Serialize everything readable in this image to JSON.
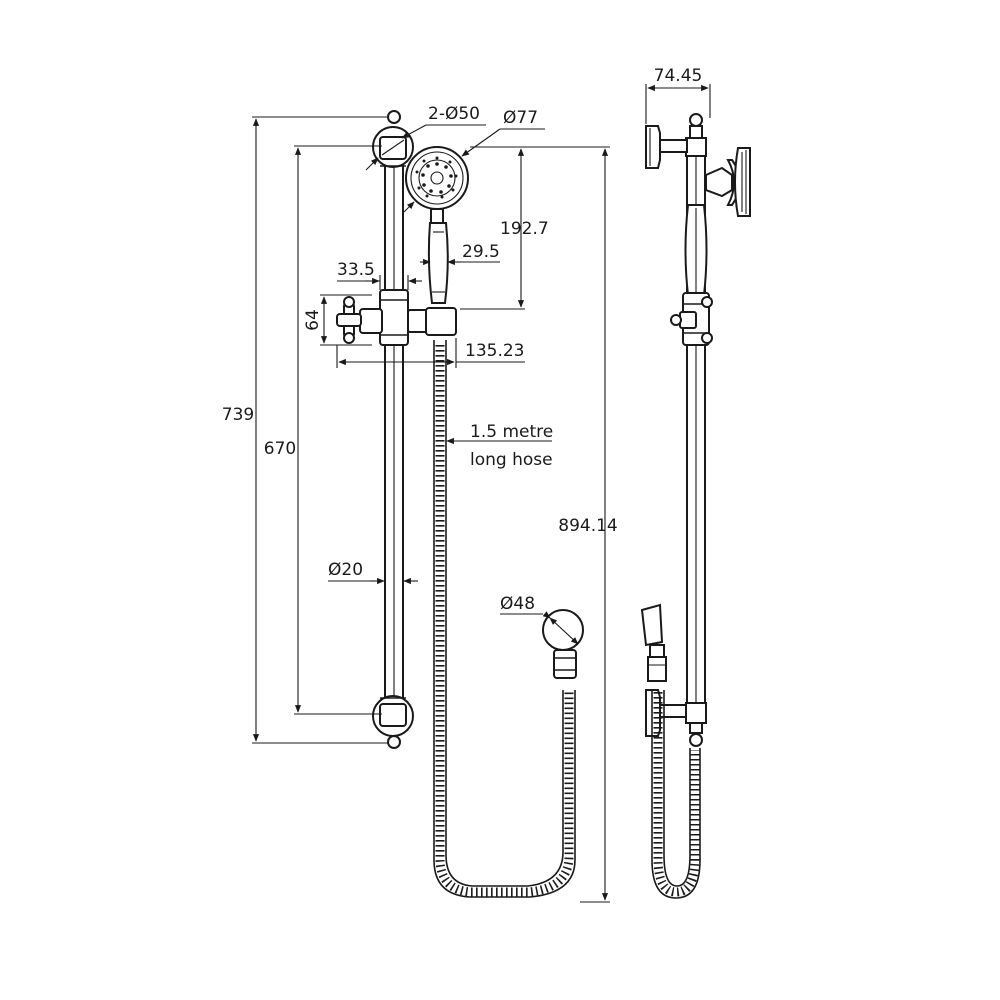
{
  "dimensions": {
    "brackets": "2-Ø50",
    "head_diameter": "Ø77",
    "head_height": "192.7",
    "handle_width": "29.5",
    "slider_width": "33.5",
    "slider_height": "64",
    "head_projection": "135.23",
    "overall_height": "739",
    "rail_centres": "670",
    "hose_line1": "1.5 metre",
    "hose_line2": "long hose",
    "total_height": "894.14",
    "rail_diameter": "Ø20",
    "outlet_diameter": "Ø48",
    "side_projection": "74.45"
  }
}
